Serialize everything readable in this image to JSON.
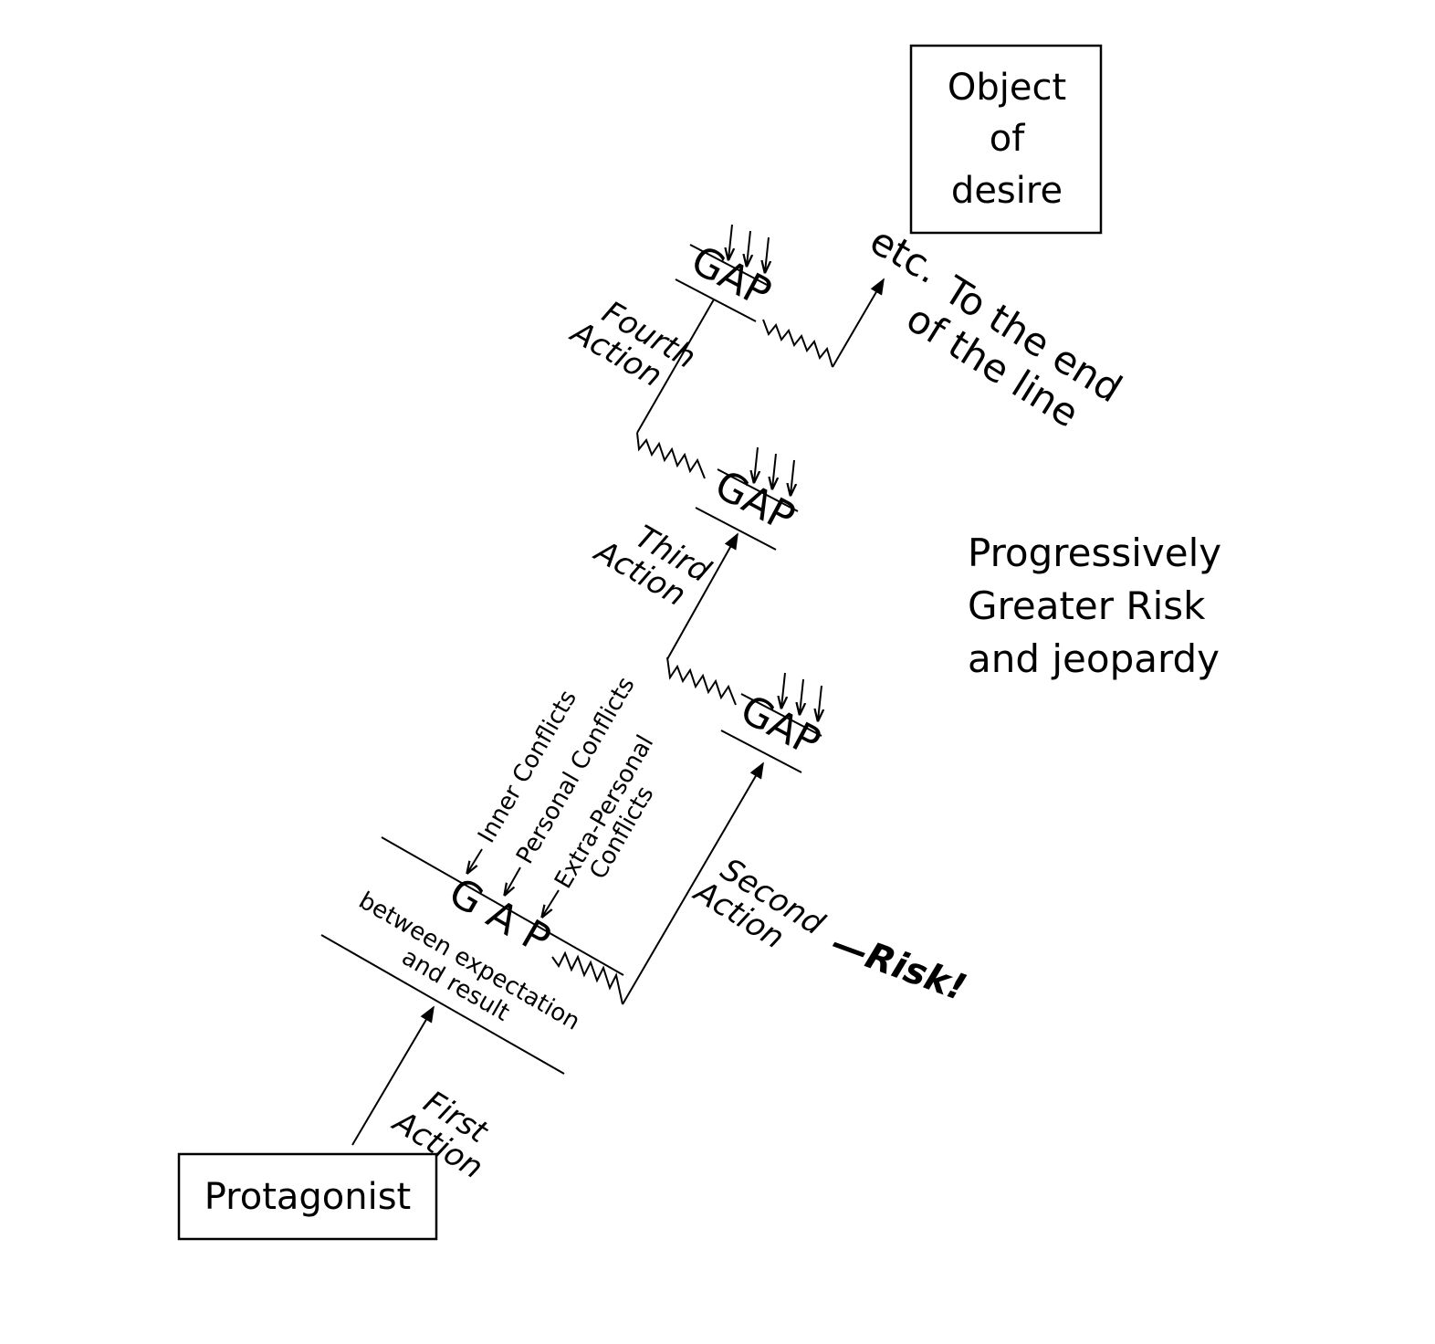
{
  "diagram": {
    "protagonist": "Protagonist",
    "object_of_desire": [
      "Object",
      "of",
      "desire"
    ],
    "main_gap": {
      "label": "G A P",
      "subtitle": [
        "between expectation",
        "and result"
      ],
      "conflicts": [
        "Inner Conflicts",
        "Personal Conflicts",
        "Extra-Personal",
        "Conflicts"
      ]
    },
    "small_gap_label": "GAP",
    "actions": {
      "first": [
        "First",
        "Action"
      ],
      "second": [
        "Second",
        "Action"
      ],
      "third": [
        "Third",
        "Action"
      ],
      "fourth": [
        "Fourth",
        "Action"
      ]
    },
    "risk": "—Risk!",
    "etc": "etc.",
    "end_of_line": [
      "To the end",
      "of the line"
    ],
    "progressive": [
      "Progressively",
      "Greater Risk",
      "and jeopardy"
    ]
  }
}
